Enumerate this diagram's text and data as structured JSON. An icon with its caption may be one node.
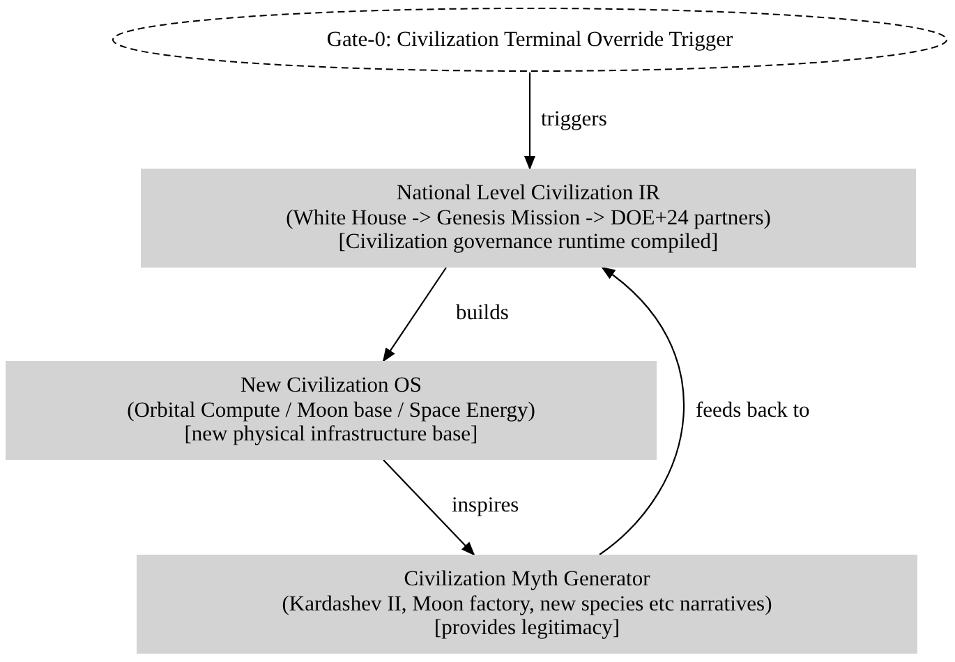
{
  "diagram": {
    "nodes": [
      {
        "text": [
          "Gate-0: Civilization Terminal Override Trigger"
        ]
      },
      {
        "text": [
          "National Level Civilization IR",
          "(White House -> Genesis Mission -> DOE+24 partners)",
          "[Civilization governance runtime compiled]"
        ]
      },
      {
        "text": [
          "New Civilization OS",
          "(Orbital Compute / Moon base / Space Energy)",
          "[new physical infrastructure base]"
        ]
      },
      {
        "text": [
          "Civilization Myth Generator",
          "(Kardashev II, Moon factory, new species etc narratives)",
          "[provides legitimacy]"
        ]
      }
    ],
    "edges": [
      {
        "from": 0,
        "to": 1,
        "arrow": "to",
        "label": "triggers"
      },
      {
        "from": 1,
        "to": 2,
        "arrow": "to",
        "label": "builds"
      },
      {
        "from": 2,
        "to": 3,
        "arrow": "to",
        "label": "inspires"
      },
      {
        "from": 3,
        "to": 1,
        "arrow": "to",
        "label": "feeds back to"
      }
    ]
  }
}
